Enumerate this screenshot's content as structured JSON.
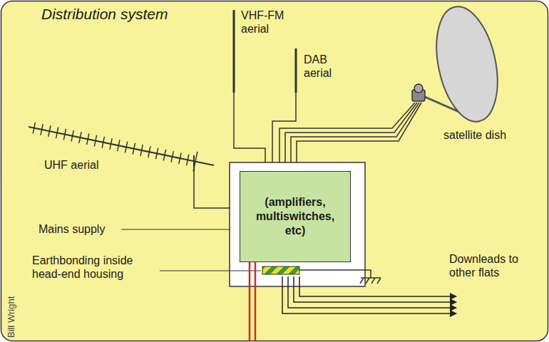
{
  "diagram": {
    "title": "Distribution system",
    "nodes": [
      {
        "text": [
          "(amplifiers, multiswitches, etc)"
        ]
      }
    ],
    "edges": [],
    "labels": [
      "UHF aerial",
      "VHF-FM aerial",
      "DAB aerial",
      "satellite dish",
      "Mains supply",
      "Earthbonding inside head-end housing",
      "Downleads to other flats",
      "Bill Wright"
    ]
  }
}
